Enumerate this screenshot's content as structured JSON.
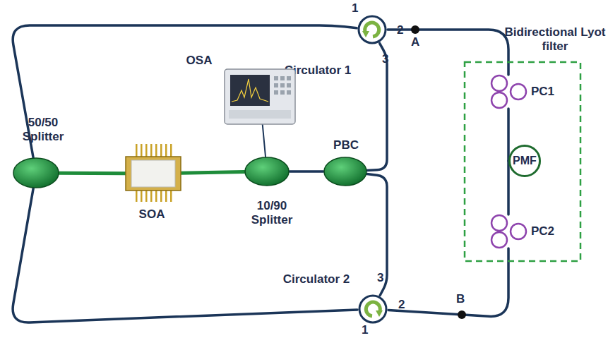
{
  "diagram": {
    "nodes": [
      {
        "text": [
          "Circulator 1"
        ]
      },
      {
        "text": [
          "Bidirectional Lyot filter"
        ]
      },
      {
        "text": [
          "PC1"
        ],
        "in": 1
      },
      {
        "text": [
          "PMF"
        ],
        "in": 1
      },
      {
        "text": [
          "PC2"
        ],
        "in": 1
      },
      {
        "text": [
          "OSA"
        ]
      },
      {
        "text": [
          "50/50 Splitter"
        ]
      },
      {
        "text": [
          "SOA"
        ]
      },
      {
        "text": [
          "10/90 Splitter"
        ]
      },
      {
        "text": [
          "PBC"
        ]
      },
      {
        "text": [
          "Circulator 2"
        ]
      }
    ],
    "edges": [
      {
        "from": 6,
        "to": 0,
        "arrow": "none"
      },
      {
        "from": 0,
        "to": 2,
        "arrow": "none"
      },
      {
        "from": 2,
        "to": 3,
        "arrow": "none"
      },
      {
        "from": 3,
        "to": 4,
        "arrow": "none"
      },
      {
        "from": 4,
        "to": 10,
        "arrow": "none"
      },
      {
        "from": 10,
        "to": 6,
        "arrow": "none"
      },
      {
        "from": 6,
        "to": 7,
        "arrow": "none"
      },
      {
        "from": 7,
        "to": 8,
        "arrow": "none"
      },
      {
        "from": 8,
        "to": 9,
        "arrow": "none"
      },
      {
        "from": 8,
        "to": 5,
        "arrow": "none"
      },
      {
        "from": 9,
        "to": 0,
        "arrow": "none"
      },
      {
        "from": 9,
        "to": 10,
        "arrow": "none"
      }
    ],
    "labels": [
      "1",
      "2",
      "3",
      "A",
      "B",
      "3",
      "2",
      "1"
    ]
  }
}
